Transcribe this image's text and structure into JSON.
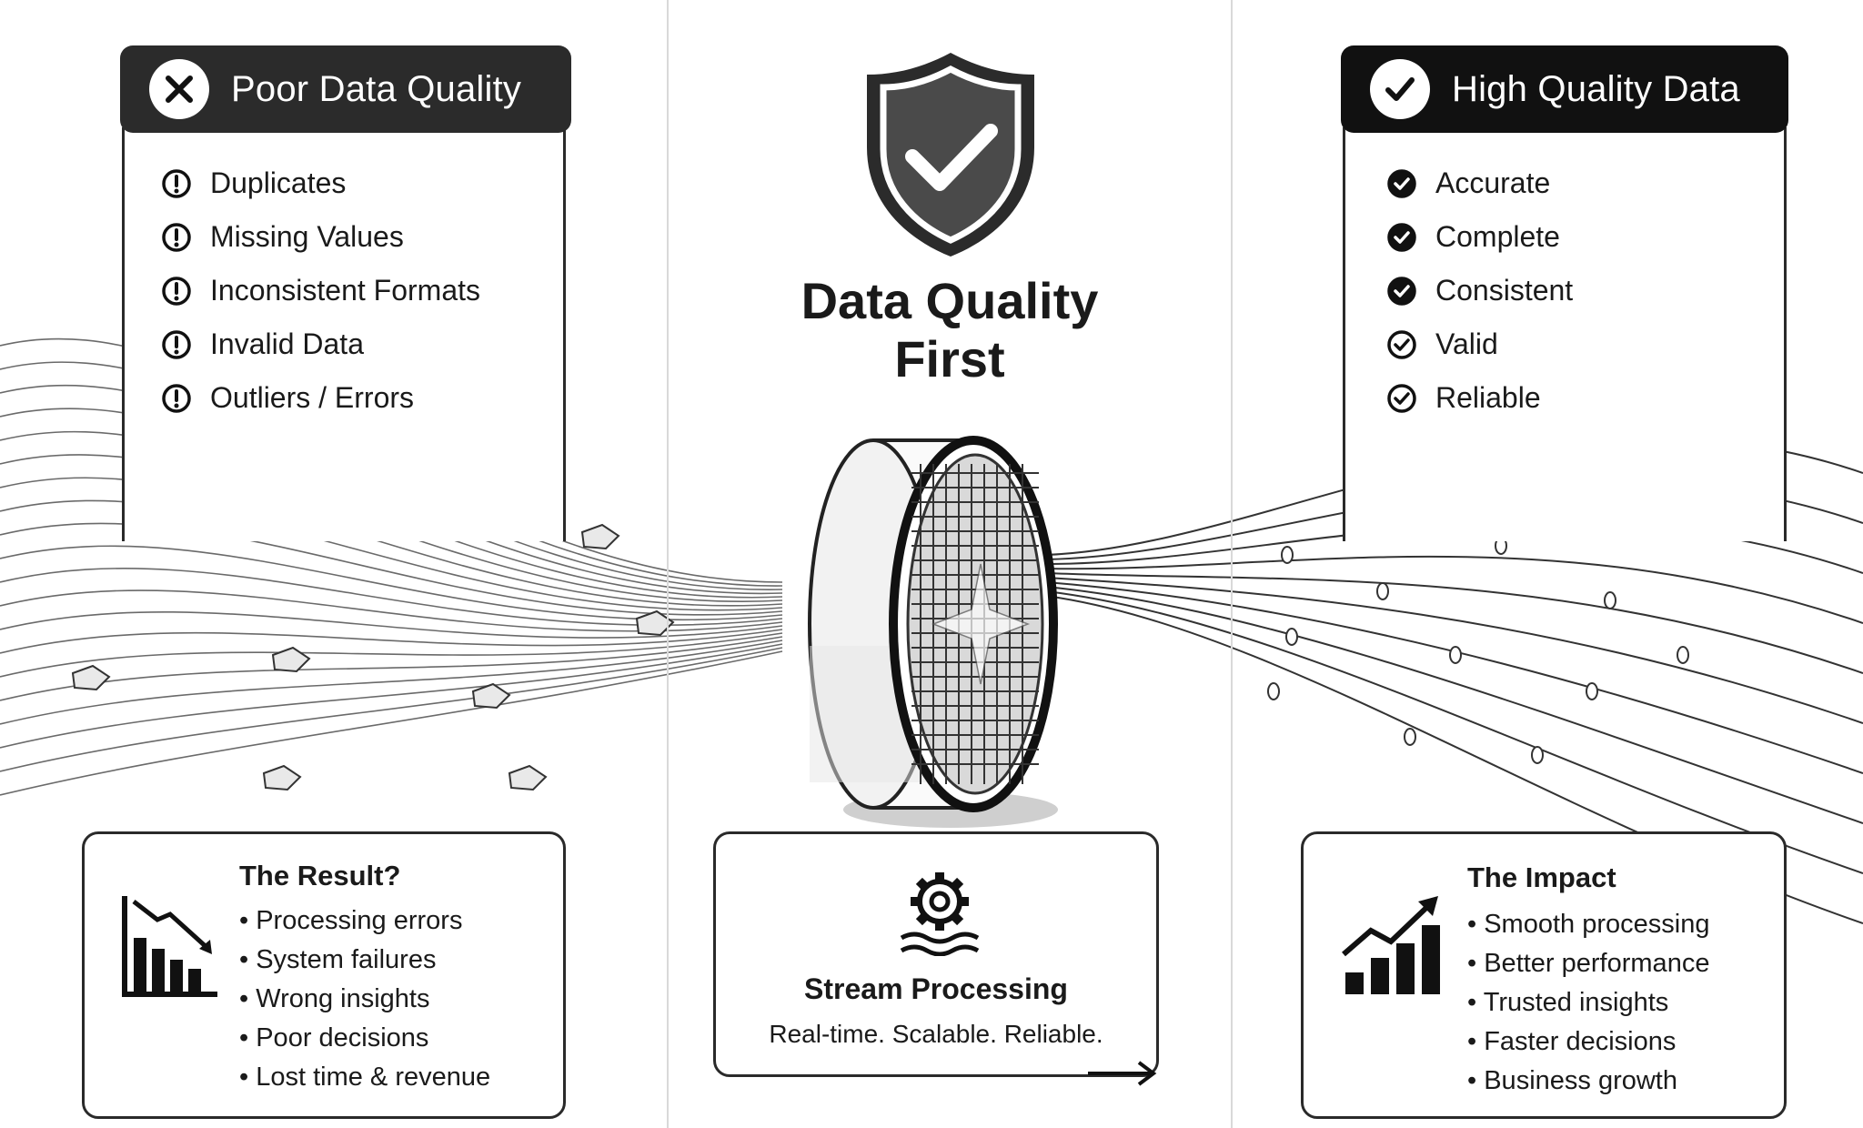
{
  "left_panel": {
    "title": "Poor Data Quality",
    "items": [
      "Duplicates",
      "Missing Values",
      "Inconsistent Formats",
      "Invalid Data",
      "Outliers / Errors"
    ]
  },
  "right_panel": {
    "title": "High Quality Data",
    "items": [
      "Accurate",
      "Complete",
      "Consistent",
      "Valid",
      "Reliable"
    ]
  },
  "center": {
    "title_line1": "Data Quality",
    "title_line2": "First"
  },
  "result_box": {
    "title": "The Result?",
    "items": [
      "Processing errors",
      "System failures",
      "Wrong insights",
      "Poor decisions",
      "Lost time & revenue"
    ]
  },
  "stream_box": {
    "title": "Stream Processing",
    "subtitle": "Real-time. Scalable. Reliable."
  },
  "impact_box": {
    "title": "The Impact",
    "items": [
      "Smooth processing",
      "Better performance",
      "Trusted insights",
      "Faster decisions",
      "Business growth"
    ]
  },
  "icons": {
    "left_badge": "x-circle-icon",
    "right_badge": "check-circle-icon",
    "left_item": "exclamation-circle-icon",
    "right_item": "check-circle-icon",
    "shield": "shield-check-icon",
    "filter": "cylindrical-filter-icon",
    "gear": "gear-waves-icon",
    "chart_down": "declining-bar-chart-icon",
    "chart_up": "rising-bar-chart-icon"
  },
  "colors": {
    "dark": "#2b2b2b",
    "black": "#111111",
    "line": "#555555"
  }
}
